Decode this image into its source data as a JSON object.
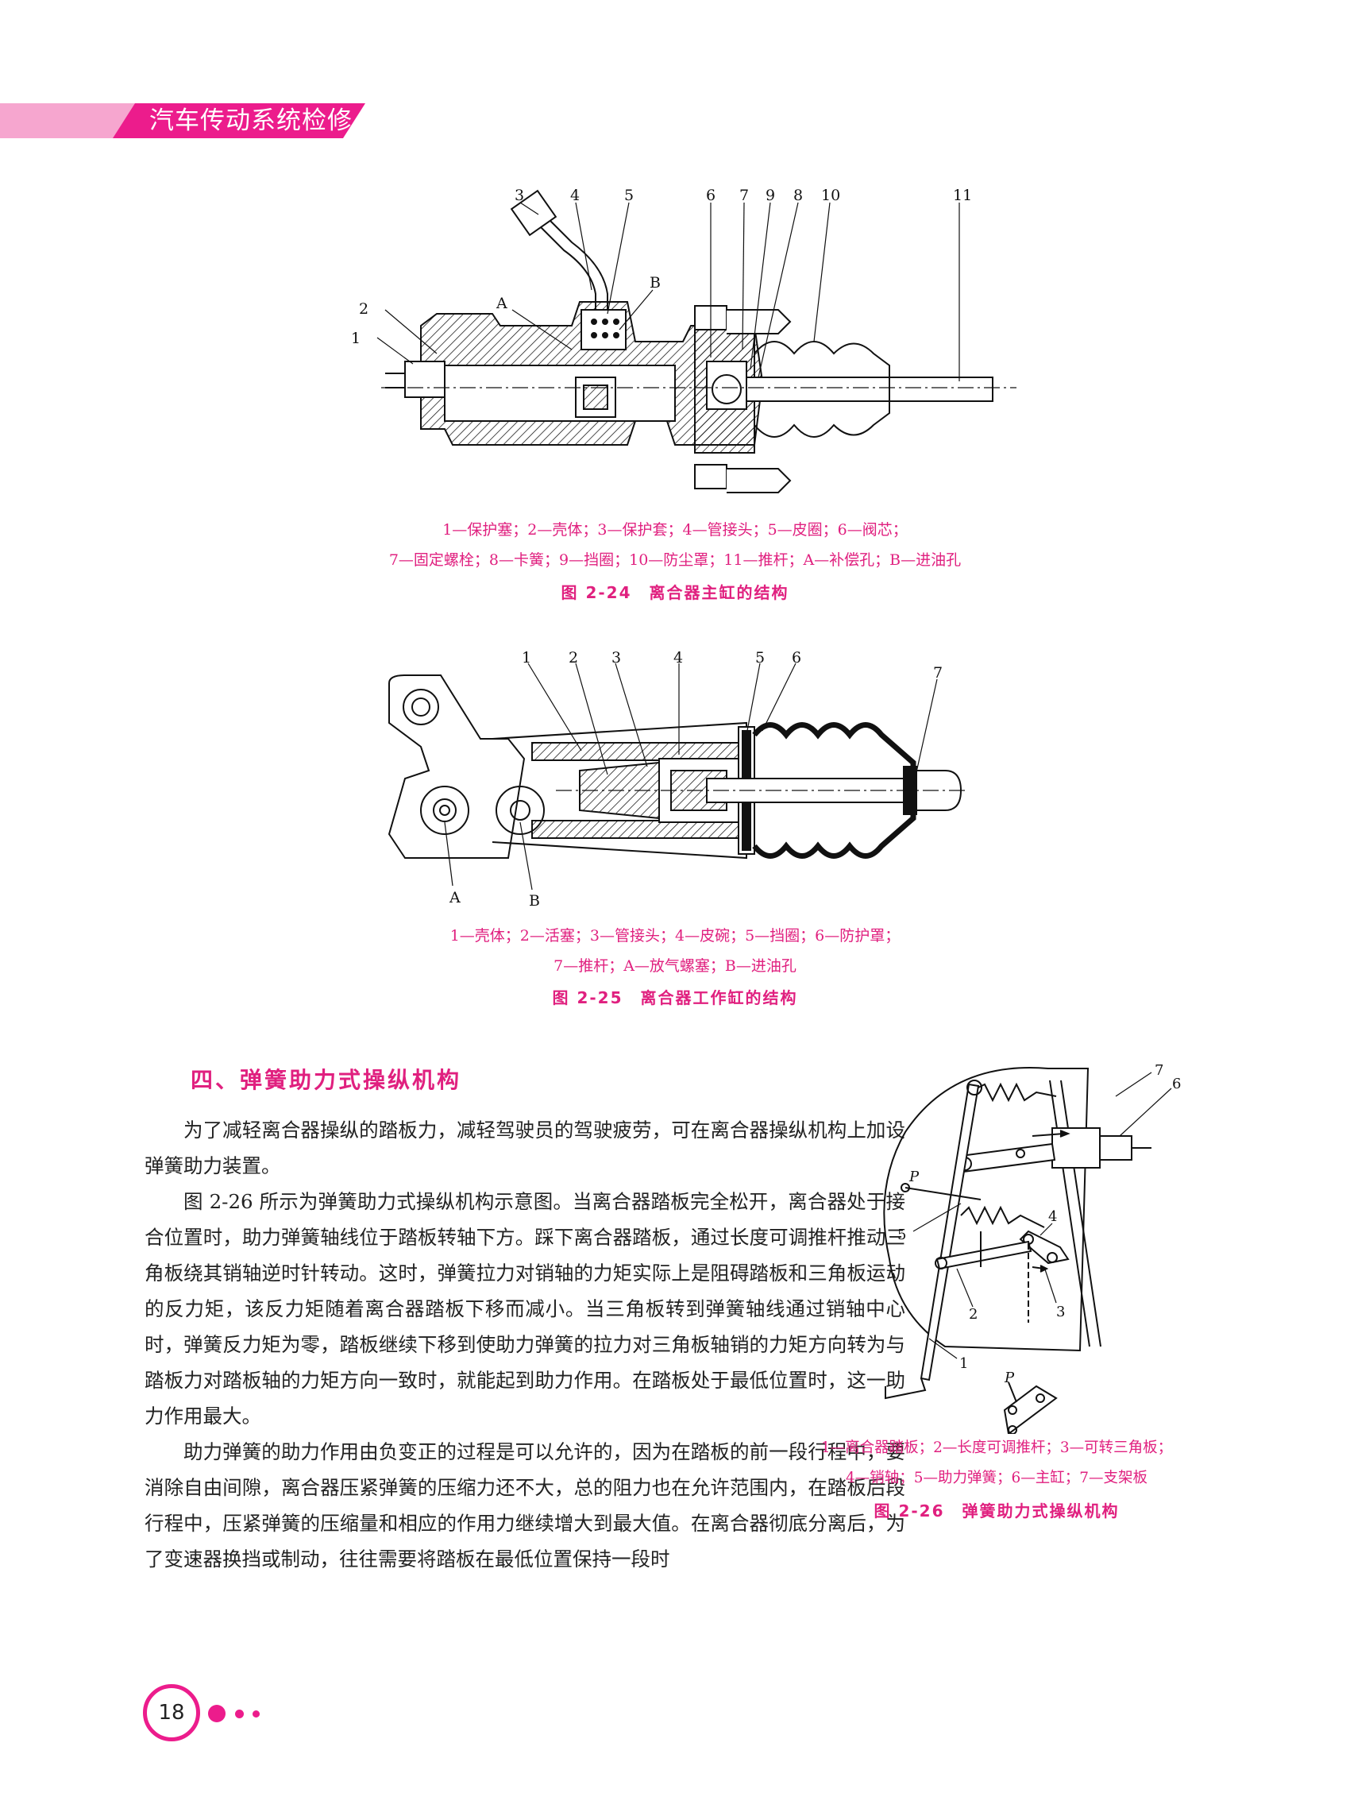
{
  "header": {
    "title": "汽车传动系统检修"
  },
  "fig24": {
    "labels": [
      "1",
      "2",
      "3",
      "4",
      "5",
      "6",
      "7",
      "9",
      "8",
      "10",
      "11",
      "A",
      "B"
    ],
    "caption_line1": "1—保护塞；2—壳体；3—保护套；4—管接头；5—皮圈；6—阀芯；",
    "caption_line2": "7—固定螺栓；8—卡簧；9—挡圈；10—防尘罩；11—推杆；A—补偿孔；B—进油孔",
    "title": "图 2-24　离合器主缸的结构"
  },
  "fig25": {
    "labels": [
      "1",
      "2",
      "3",
      "4",
      "5",
      "6",
      "7",
      "A",
      "B"
    ],
    "caption_line1": "1—壳体；2—活塞；3—管接头；4—皮碗；5—挡圈；6—防护罩；",
    "caption_line2": "7—推杆；A—放气螺塞；B—进油孔",
    "title": "图 2-25　离合器工作缸的结构"
  },
  "section": {
    "heading": "四、弹簧助力式操纵机构"
  },
  "paragraphs": [
    "为了减轻离合器操纵的踏板力，减轻驾驶员的驾驶疲劳，可在离合器操纵机构上加设弹簧助力装置。",
    "图 2-26 所示为弹簧助力式操纵机构示意图。当离合器踏板完全松开，离合器处于接合位置时，助力弹簧轴线位于踏板转轴下方。踩下离合器踏板，通过长度可调推杆推动三角板绕其销轴逆时针转动。这时，弹簧拉力对销轴的力矩实际上是阻碍踏板和三角板运动的反力矩，该反力矩随着离合器踏板下移而减小。当三角板转到弹簧轴线通过销轴中心时，弹簧反力矩为零，踏板继续下移到使助力弹簧的拉力对三角板轴销的力矩方向转为与踏板力对踏板轴的力矩方向一致时，就能起到助力作用。在踏板处于最低位置时，这一助力作用最大。",
    "助力弹簧的助力作用由负变正的过程是可以允许的，因为在踏板的前一段行程中，要消除自由间隙，离合器压紧弹簧的压缩力还不大，总的阻力也在允许范围内，在踏板后段行程中，压紧弹簧的压缩量和相应的作用力继续增大到最大值。在离合器彻底分离后，为了变速器换挡或制动，往往需要将踏板在最低位置保持一段时"
  ],
  "fig26": {
    "labels": [
      "7",
      "6",
      "P",
      "5",
      "4",
      "2",
      "3",
      "P",
      "1"
    ],
    "caption_line1": "1—离合器踏板；2—长度可调推杆；3—可转三角板；",
    "caption_line2": "4—销轴；5—助力弹簧；6—主缸；7—支架板",
    "title": "图 2-26　弹簧助力式操纵机构"
  },
  "footer": {
    "page_number": "18"
  }
}
